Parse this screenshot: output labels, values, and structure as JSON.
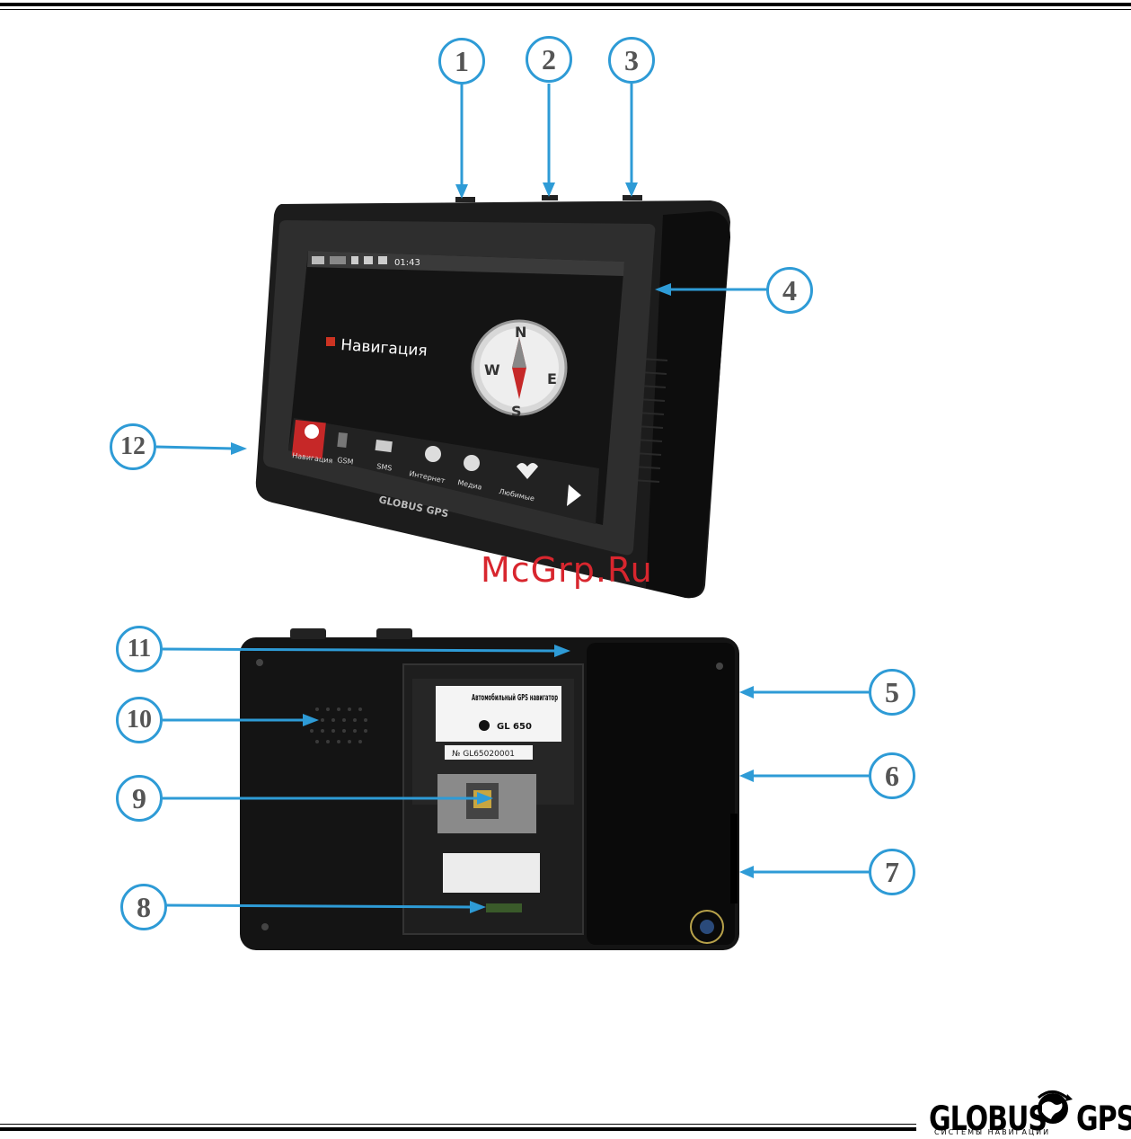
{
  "watermark": "McGrp.Ru",
  "device_front": {
    "status_time": "01:43",
    "main_item": "Навигация",
    "compass": {
      "n": "N",
      "s": "S",
      "e": "E",
      "w": "W"
    },
    "tabs": [
      "Навигация",
      "GSM",
      "SMS",
      "Интернет",
      "Медиа",
      "Любимые"
    ],
    "brand": "GLOBUS GPS"
  },
  "device_back": {
    "label_title": "Автомобильный GPS навигатор",
    "label_model": "GL 650",
    "serial": "№ GL65020001"
  },
  "callouts": [
    "1",
    "2",
    "3",
    "4",
    "5",
    "6",
    "7",
    "8",
    "9",
    "10",
    "11",
    "12"
  ],
  "footer_logo": {
    "left_word": "GLOBUS",
    "right_word": "GPS",
    "tagline": "СИСТЕМЫ НАВИГАЦИИ"
  },
  "colors": {
    "callout_blue": "#2e9bd6",
    "watermark_red": "#d8262e"
  }
}
